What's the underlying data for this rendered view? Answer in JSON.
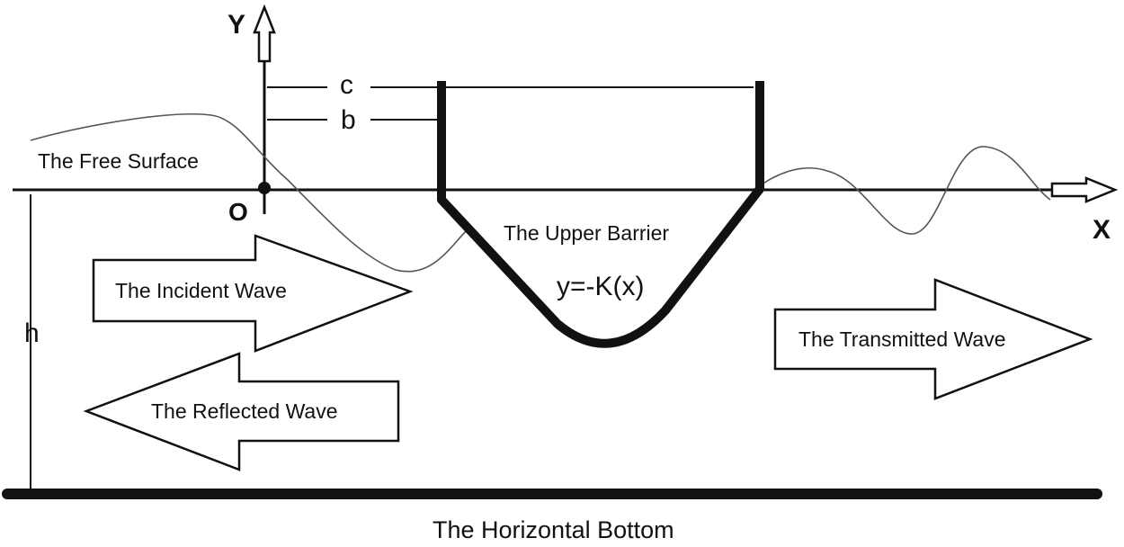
{
  "labels": {
    "y_axis": "Y",
    "x_axis": "X",
    "origin": "O",
    "c": "c",
    "b": "b",
    "h": "h",
    "free_surface": "The Free Surface",
    "upper_barrier": "The Upper Barrier",
    "barrier_equation": "y=-K(x)",
    "incident_wave": "The Incident Wave",
    "reflected_wave": "The Reflected Wave",
    "transmitted_wave": "The Transmitted Wave",
    "horizontal_bottom": "The Horizontal Bottom"
  }
}
